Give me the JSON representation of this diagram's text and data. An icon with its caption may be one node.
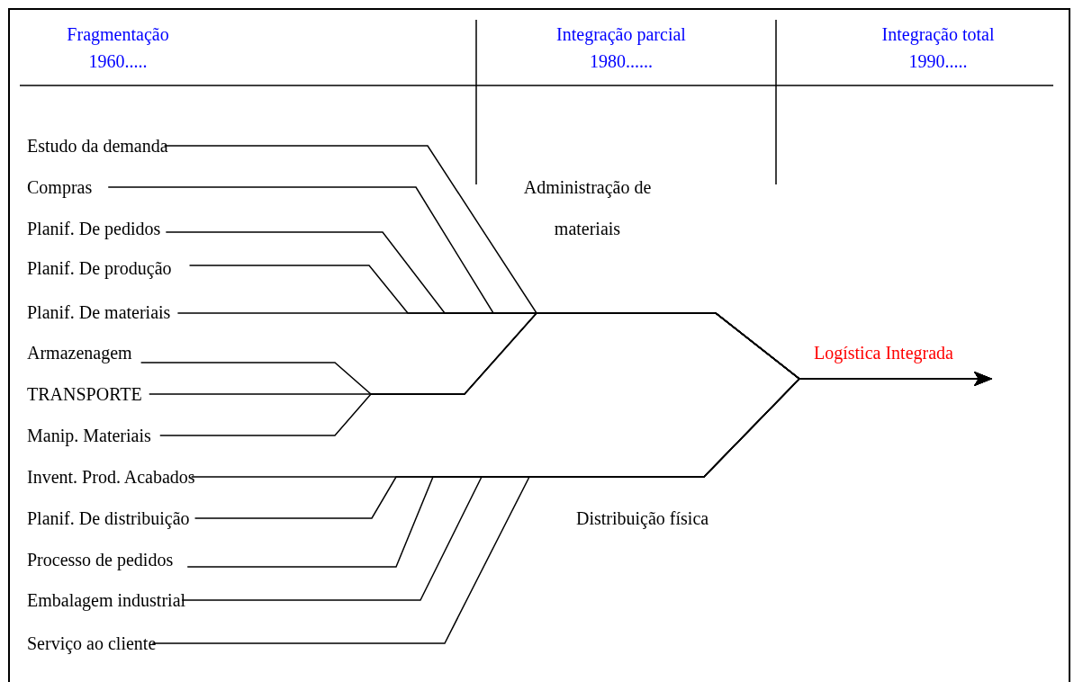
{
  "diagram": {
    "nodes": [
      {
        "text": [
          "Estudo da demanda"
        ]
      },
      {
        "text": [
          "Compras"
        ]
      },
      {
        "text": [
          "Planif. De pedidos"
        ]
      },
      {
        "text": [
          "Planif. De produção"
        ]
      },
      {
        "text": [
          "Planif. De materiais"
        ]
      },
      {
        "text": [
          "Armazenagem"
        ]
      },
      {
        "text": [
          "TRANSPORTE"
        ]
      },
      {
        "text": [
          "Manip. Materiais"
        ]
      },
      {
        "text": [
          "Invent. Prod. Acabados"
        ]
      },
      {
        "text": [
          "Planif. De distribuição"
        ]
      },
      {
        "text": [
          "Processo de pedidos"
        ]
      },
      {
        "text": [
          "Embalagem industrial"
        ]
      },
      {
        "text": [
          "Serviço ao cliente"
        ]
      }
    ],
    "edges": [
      {
        "from": 0,
        "to": null,
        "arrow": "to"
      },
      {
        "from": 1,
        "to": null,
        "arrow": "to"
      },
      {
        "from": 2,
        "to": null,
        "arrow": "to"
      },
      {
        "from": 3,
        "to": null,
        "arrow": "to"
      },
      {
        "from": 4,
        "to": null,
        "arrow": "to"
      },
      {
        "from": 5,
        "to": null,
        "arrow": "to"
      },
      {
        "from": 6,
        "to": null,
        "arrow": "to"
      },
      {
        "from": 7,
        "to": null,
        "arrow": "to"
      },
      {
        "from": 8,
        "to": null,
        "arrow": "to"
      },
      {
        "from": 9,
        "to": null,
        "arrow": "to"
      },
      {
        "from": 10,
        "to": null,
        "arrow": "to"
      },
      {
        "from": 11,
        "to": null,
        "arrow": "to"
      },
      {
        "from": 12,
        "to": null,
        "arrow": "to"
      }
    ],
    "labels": [
      "Fragmentação",
      "1960.....",
      "Integração parcial",
      "1980......",
      "Integração total",
      "1990.....",
      "Administração de materiais",
      "Logística Integrada",
      "Distribuição física"
    ]
  }
}
